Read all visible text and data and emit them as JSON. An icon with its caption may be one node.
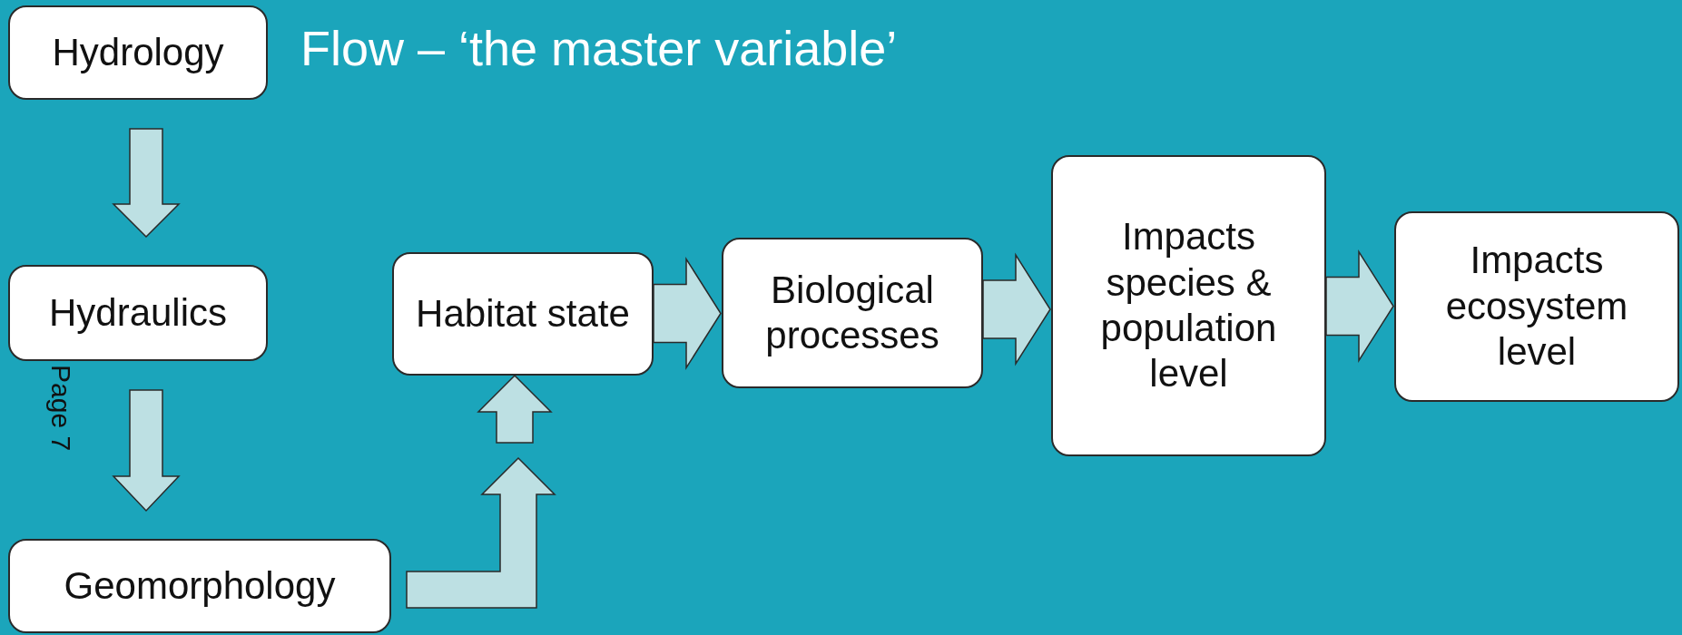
{
  "diagram": {
    "title": "Flow – ‘the master variable’",
    "nodes": [
      {
        "text": [
          "Hydrology"
        ]
      },
      {
        "text": [
          "Hydraulics"
        ]
      },
      {
        "text": [
          "Geomorphology"
        ]
      },
      {
        "text": [
          "Habitat state"
        ]
      },
      {
        "text": [
          "Biological processes"
        ]
      },
      {
        "text": [
          "Impacts species & population level"
        ]
      },
      {
        "text": [
          "Impacts ecosystem level"
        ]
      }
    ],
    "edges": [
      {
        "from": 0,
        "to": 1,
        "arrow": "to"
      },
      {
        "from": 1,
        "to": 2,
        "arrow": "to"
      },
      {
        "from": 2,
        "to": 3,
        "arrow": "to"
      },
      {
        "from": 3,
        "to": 4,
        "arrow": "to"
      },
      {
        "from": 4,
        "to": 5,
        "arrow": "to"
      },
      {
        "from": 5,
        "to": 6,
        "arrow": "to"
      }
    ],
    "labels": [
      "Page 7"
    ]
  }
}
